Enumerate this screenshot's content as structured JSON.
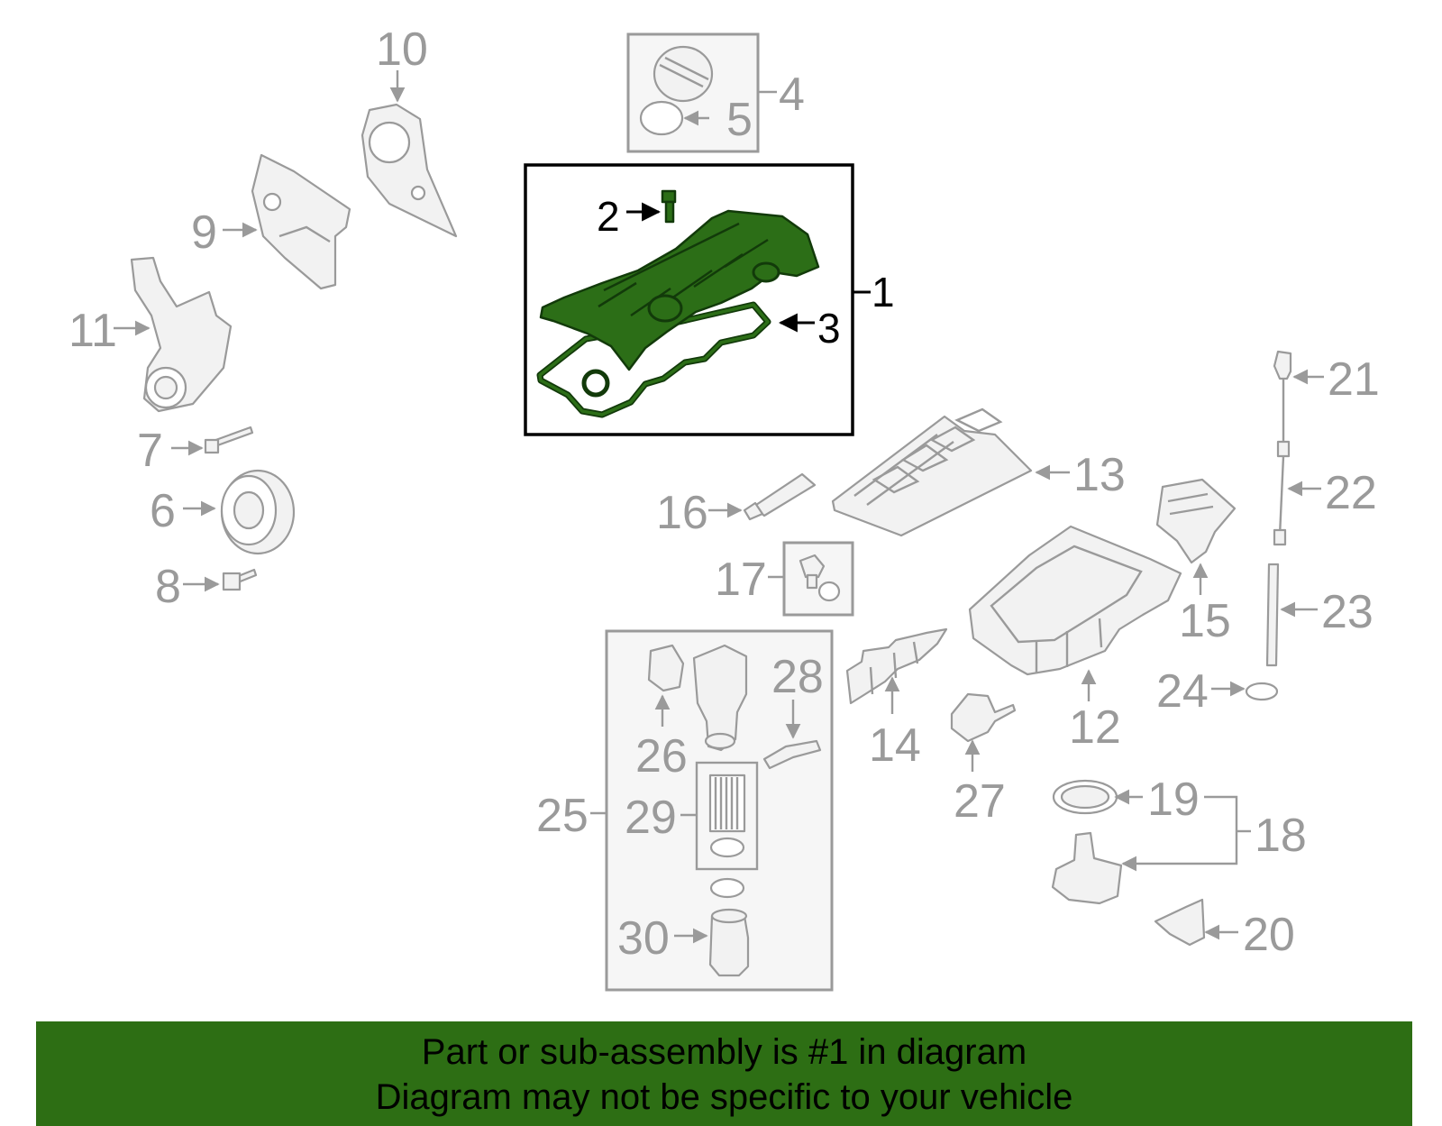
{
  "diagram": {
    "callouts": [
      "1",
      "2",
      "3",
      "4",
      "5",
      "6",
      "7",
      "8",
      "9",
      "10",
      "11",
      "12",
      "13",
      "14",
      "15",
      "16",
      "17",
      "18",
      "19",
      "20",
      "21",
      "22",
      "23",
      "24",
      "25",
      "26",
      "27",
      "28",
      "29",
      "30"
    ],
    "highlighted_part": "1",
    "highlight_color": "#2d6e14"
  },
  "banner": {
    "line1": "Part or sub-assembly is #1 in diagram",
    "line2": "Diagram may not be specific to your vehicle"
  }
}
